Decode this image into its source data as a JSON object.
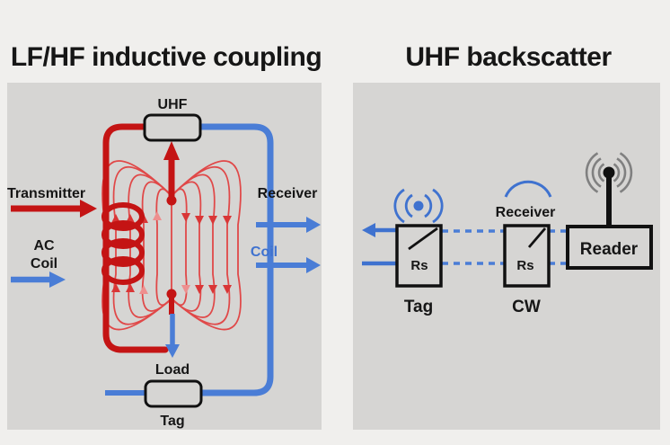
{
  "left_panel": {
    "title": "LF/HF inductive coupling",
    "labels": {
      "uhf": "UHF",
      "transmitter": "Transmitter",
      "ac": "AC",
      "ac_coil": "Coil",
      "receiver": "Receiver",
      "coil": "Coil",
      "load": "Load",
      "tag": "Tag"
    },
    "colors": {
      "transmitter_red": "#c41414",
      "field_line_red": "#e04848",
      "receiver_blue": "#4a7dd6"
    }
  },
  "right_panel": {
    "title": "UHF backscatter",
    "labels": {
      "receiver": "Receiver",
      "reader": "Reader",
      "tag": "Tag",
      "cw": "CW",
      "tag_resistor": "Rs",
      "cw_resistor": "Rs"
    },
    "colors": {
      "signal_blue": "#3f72cf",
      "antenna_gray": "#808080",
      "panel_gray": "#d6d5d3"
    }
  }
}
